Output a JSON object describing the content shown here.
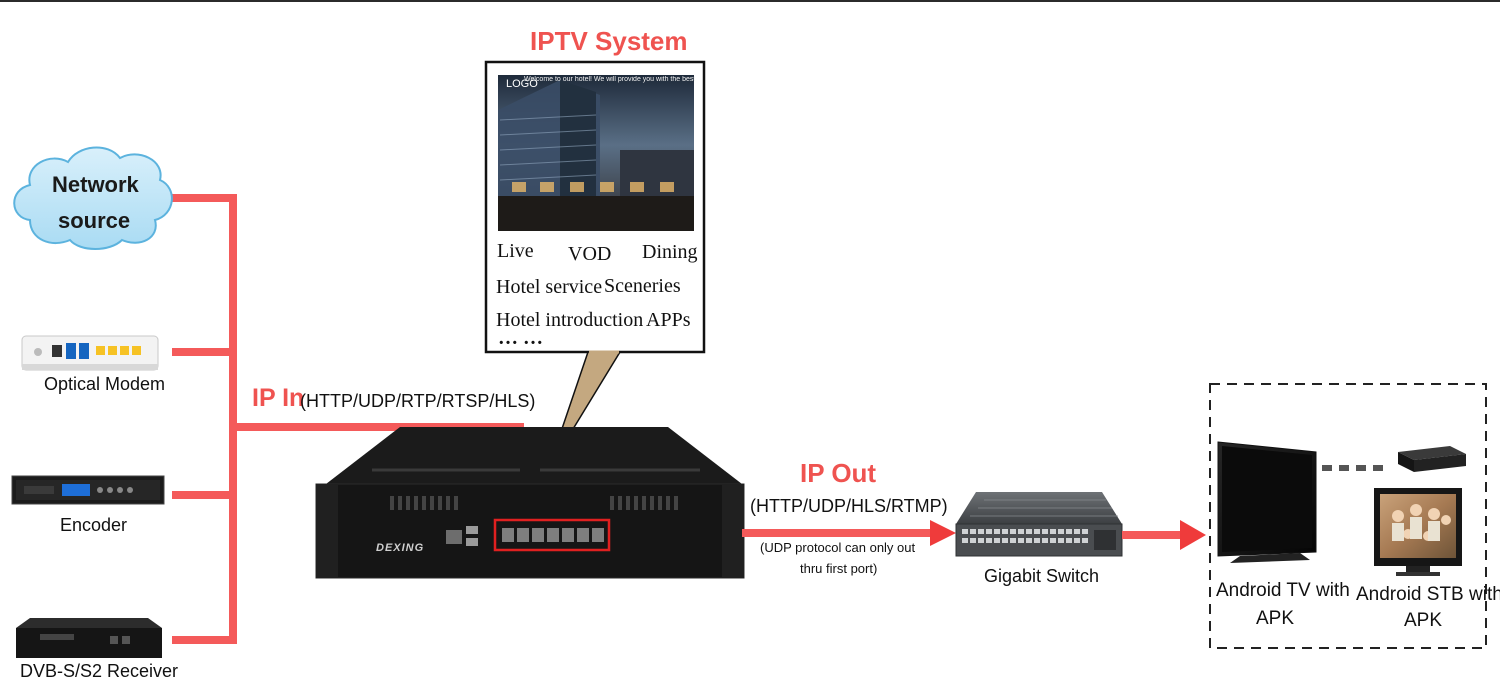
{
  "colors": {
    "accent_red": "#ef4a4a",
    "line_red": "#f23c3c",
    "text_dark": "#111111",
    "device_black": "#1c1c1c"
  },
  "iptv": {
    "title": "IPTV System",
    "logo": "LOGO",
    "banner": "Welcome to our hotel! We will provide you with the best service!",
    "menu": [
      "Live",
      "VOD",
      "Dining",
      "Hotel service",
      "Sceneries",
      "Hotel introduction",
      "APPs"
    ],
    "more": "… …"
  },
  "sources": {
    "cloud": [
      "Network",
      "source"
    ],
    "optical_modem": "Optical Modem",
    "encoder": "Encoder",
    "receiver": "DVB-S/S2 Receiver"
  },
  "ip_in": {
    "label": "IP In",
    "protocols": "(HTTP/UDP/RTP/RTSP/HLS)"
  },
  "ip_out": {
    "label": "IP Out",
    "protocols": "(HTTP/UDP/HLS/RTMP)",
    "note_line1": "(UDP protocol can only out",
    "note_line2": "thru first port)"
  },
  "device": {
    "brand": "DEXING"
  },
  "switch": {
    "label": "Gigabit Switch"
  },
  "clients": {
    "tv_line1": "Android TV with",
    "tv_line2": "APK",
    "stb_line1": "Android STB with",
    "stb_line2": "APK"
  }
}
